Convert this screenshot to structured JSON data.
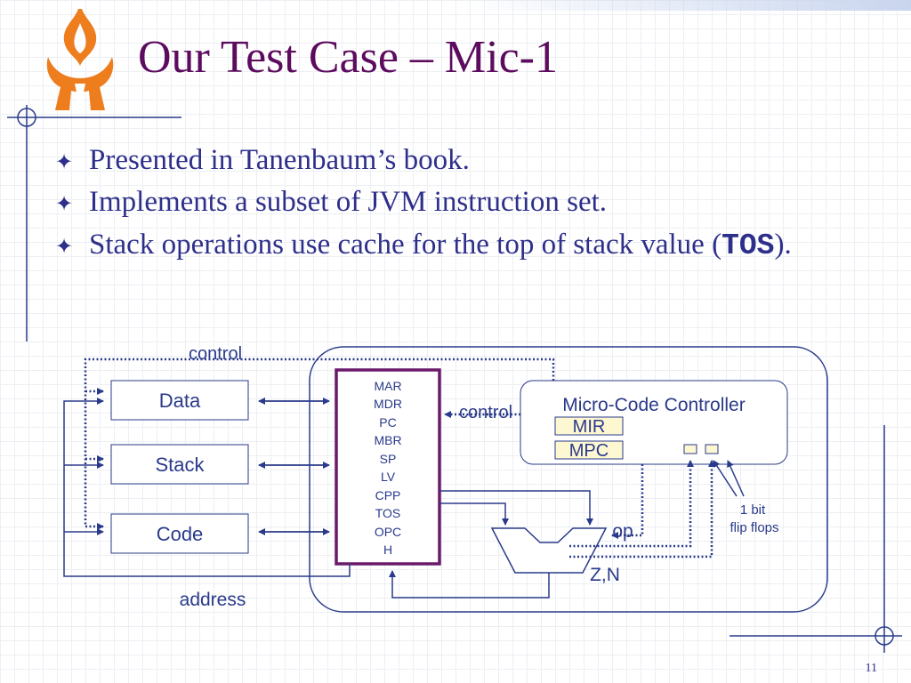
{
  "slide": {
    "title": "Our Test Case – Mic-1",
    "bullets": [
      "Presented in Tanenbaum’s book.",
      "Implements a subset of JVM instruction set.",
      "Stack operations use cache for the top of stack value ("
    ],
    "bullet3_code": "TOS",
    "bullet3_end": ").",
    "page_number": "11"
  },
  "diagram": {
    "memories": [
      "Data",
      "Stack",
      "Code"
    ],
    "registers": [
      "MAR",
      "MDR",
      "PC",
      "MBR",
      "SP",
      "LV",
      "CPP",
      "TOS",
      "OPC",
      "H"
    ],
    "controller_title": "Micro-Code Controller",
    "mir_label": "MIR",
    "mpc_label": "MPC",
    "control_top": "control",
    "control_mid": "control",
    "op_label": "op",
    "zn_label": "Z,N",
    "flipflops_line1": "1 bit",
    "flipflops_line2": "flip flops",
    "address_label": "address"
  },
  "colors": {
    "title": "#5c0b5e",
    "text": "#2e2f8a",
    "register_border": "#6b1a6b",
    "line": "#2a3a8a",
    "logo": "#ee7d1e",
    "chip_fill": "#fdf7d2"
  }
}
